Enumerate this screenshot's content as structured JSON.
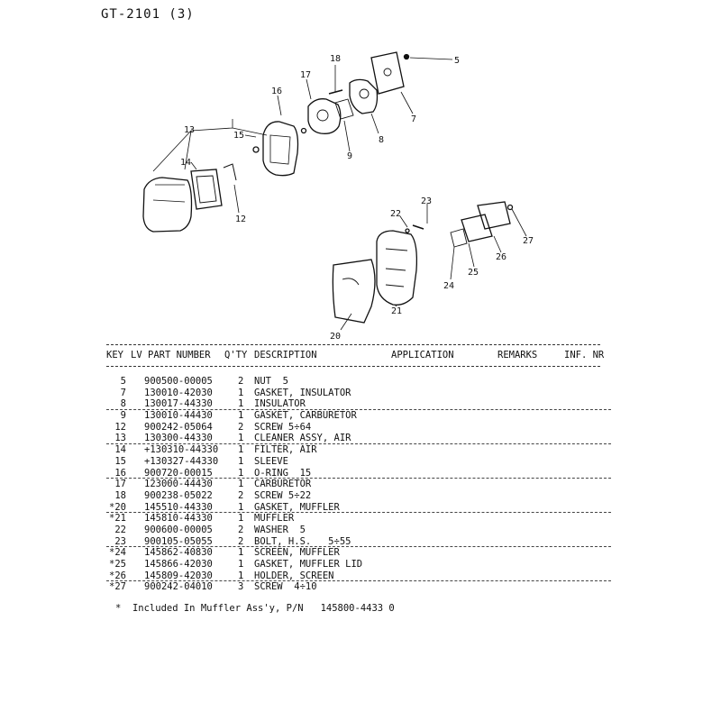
{
  "title": "GT-2101  (3)",
  "callouts": [
    "5",
    "7",
    "8",
    "9",
    "18",
    "17",
    "16",
    "13",
    "15",
    "14",
    "12",
    "23",
    "22",
    "27",
    "26",
    "25",
    "24",
    "21",
    "20"
  ],
  "table": {
    "headers": {
      "key": "KEY",
      "lv": "LV",
      "part_number": "PART NUMBER",
      "qty": "Q'TY",
      "description": "DESCRIPTION",
      "application": "APPLICATION",
      "remarks": "REMARKS",
      "inf_nr": "INF. NR"
    },
    "rows": [
      {
        "key": "5",
        "part": "900500-00005",
        "qty": "2",
        "desc": "NUT  5",
        "ul": false
      },
      {
        "key": "7",
        "part": "130010-42030",
        "qty": "1",
        "desc": "GASKET, INSULATOR",
        "ul": false
      },
      {
        "key": "8",
        "part": "130017-44330",
        "qty": "1",
        "desc": "INSULATOR",
        "ul": true
      },
      {
        "key": "9",
        "part": "130010-44430",
        "qty": "1",
        "desc": "GASKET, CARBURETOR",
        "ul": false
      },
      {
        "key": "12",
        "part": "900242-05064",
        "qty": "2",
        "desc": "SCREW 5÷64",
        "ul": false
      },
      {
        "key": "13",
        "part": "130300-44330",
        "qty": "1",
        "desc": "CLEANER ASSY, AIR",
        "ul": true
      },
      {
        "key": "14",
        "part": "+130310-44330",
        "qty": "1",
        "desc": "FILTER, AIR",
        "ul": false
      },
      {
        "key": "15",
        "part": "+130327-44330",
        "qty": "1",
        "desc": "SLEEVE",
        "ul": false
      },
      {
        "key": "16",
        "part": "900720-00015",
        "qty": "1",
        "desc": "O-RING  15",
        "ul": true
      },
      {
        "key": "17",
        "part": "123000-44430",
        "qty": "1",
        "desc": "CARBURETOR",
        "ul": false
      },
      {
        "key": "18",
        "part": "900238-05022",
        "qty": "2",
        "desc": "SCREW 5÷22",
        "ul": false
      },
      {
        "key": "*20",
        "part": "145510-44330",
        "qty": "1",
        "desc": "GASKET, MUFFLER",
        "ul": true
      },
      {
        "key": "*21",
        "part": "145810-44330",
        "qty": "1",
        "desc": "MUFFLER",
        "ul": false
      },
      {
        "key": "22",
        "part": "900600-00005",
        "qty": "2",
        "desc": "WASHER  5",
        "ul": false
      },
      {
        "key": "23",
        "part": "900105-05055",
        "qty": "2",
        "desc": "BOLT, H.S.   5÷55",
        "ul": true
      },
      {
        "key": "*24",
        "part": "145862-40830",
        "qty": "1",
        "desc": "SCREEN, MUFFLER",
        "ul": false
      },
      {
        "key": "*25",
        "part": "145866-42030",
        "qty": "1",
        "desc": "GASKET, MUFFLER LID",
        "ul": false
      },
      {
        "key": "*26",
        "part": "145809-42030",
        "qty": "1",
        "desc": "HOLDER, SCREEN",
        "ul": true
      },
      {
        "key": "*27",
        "part": "900242-04010",
        "qty": "3",
        "desc": "SCREW  4÷10",
        "ul": false
      }
    ]
  },
  "footnote": "*  Included In Muffler Ass'y, P/N   145800-4433 0"
}
